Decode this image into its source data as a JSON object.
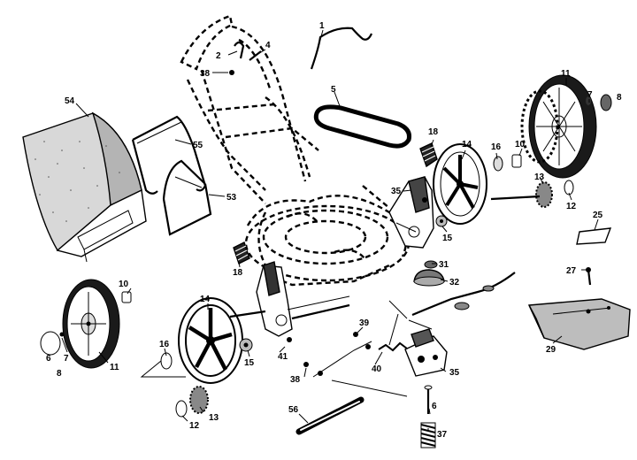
{
  "diagram": {
    "callouts": {
      "p1": "1",
      "p2": "2",
      "p4": "4",
      "p5": "5",
      "p6": "6",
      "p6b": "6",
      "p7": "7",
      "p7b": "7",
      "p8": "8",
      "p8b": "8",
      "p10": "10",
      "p10b": "10",
      "p11": "11",
      "p11b": "11",
      "p12": "12",
      "p12b": "12",
      "p13": "13",
      "p13b": "13",
      "p14": "14",
      "p14b": "14",
      "p15": "15",
      "p15b": "15",
      "p16": "16",
      "p16b": "16",
      "p18": "18",
      "p18b": "18",
      "p25": "25",
      "p27": "27",
      "p29": "29",
      "p31": "31",
      "p32": "32",
      "p35": "35",
      "p35b": "35",
      "p37": "37",
      "p38": "38",
      "p38b": "38",
      "p39": "39",
      "p40": "40",
      "p41": "41",
      "p53": "53",
      "p54": "54",
      "p55": "55",
      "p56": "56"
    }
  }
}
